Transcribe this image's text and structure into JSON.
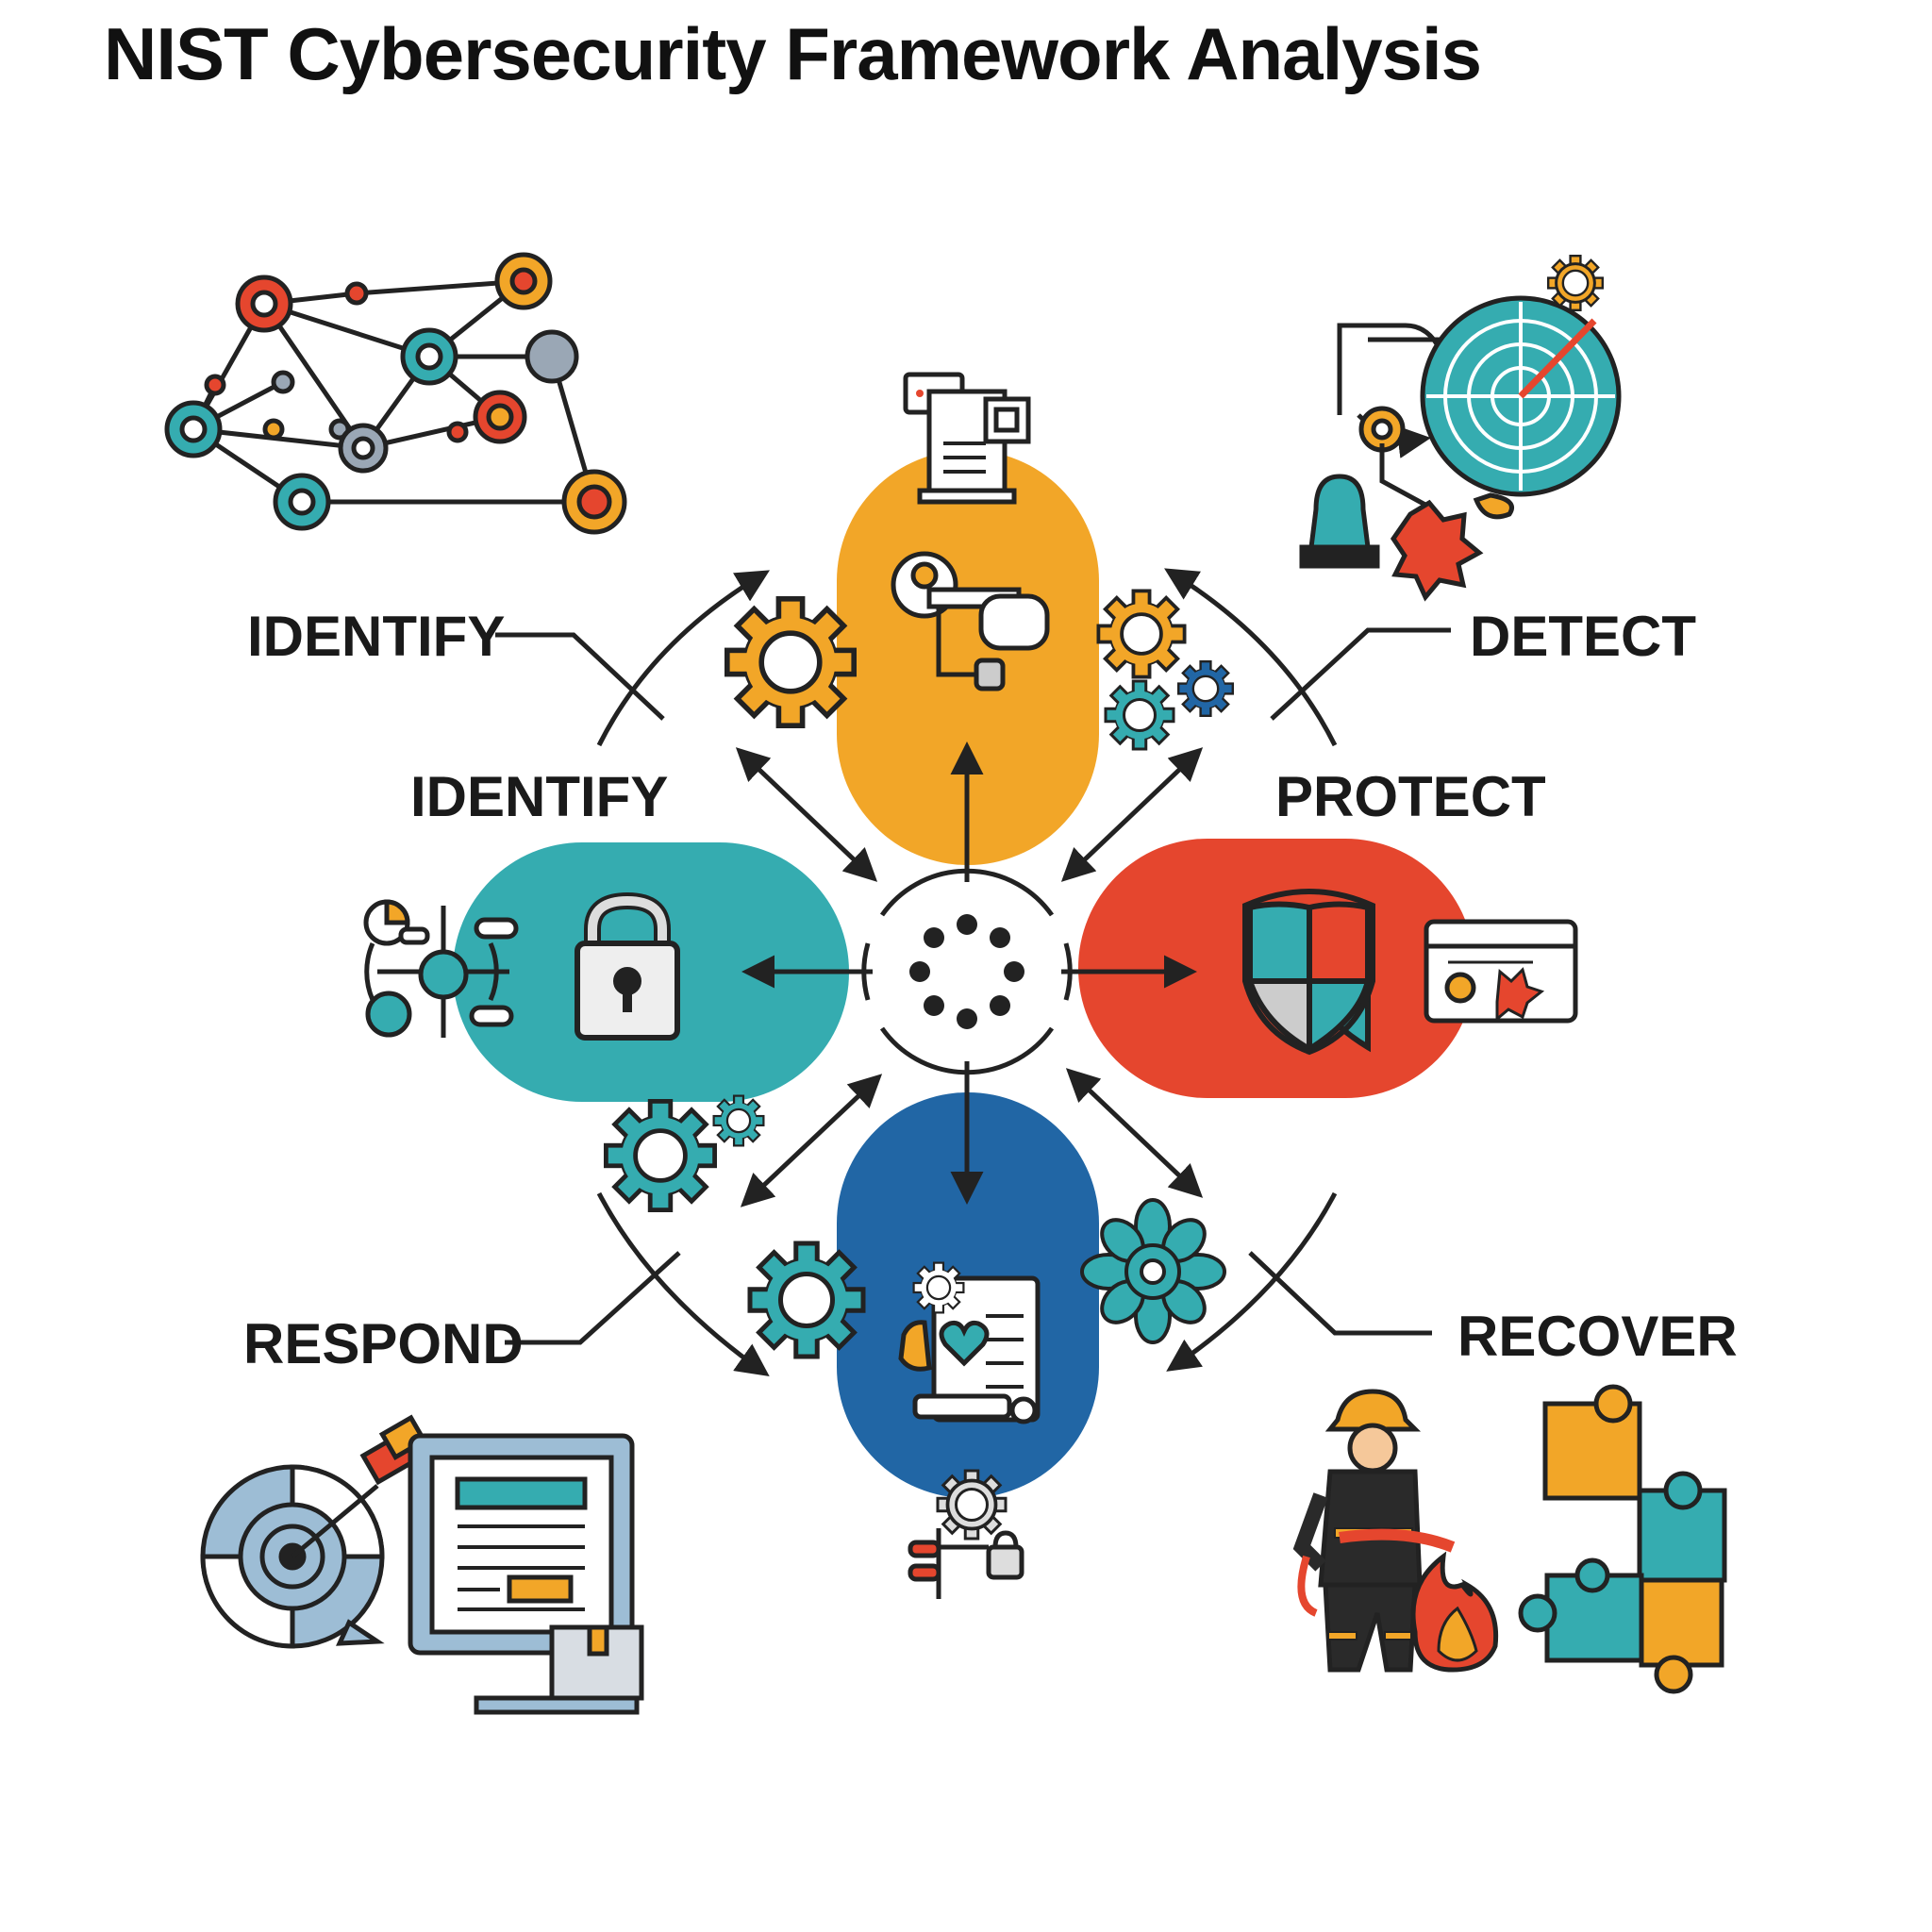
{
  "title": "NIST Cybersecurity Framework Analysis",
  "labels": {
    "identify_top": "IDENTIFY",
    "identify_mid": "IDENTIFY",
    "detect": "DETECT",
    "protect": "PROTECT",
    "respond": "RESPOND",
    "recover": "RECOVER"
  },
  "colors": {
    "orange": "#F2A628",
    "teal": "#35ACB0",
    "red": "#E5462E",
    "blue": "#2166A5",
    "outline": "#222222"
  },
  "icons": {
    "top_left": "network-graph-icon",
    "top_right": "radar-icon",
    "bottom_left": "target-monitor-icon",
    "bottom_right": "firefighter-puzzle-icon",
    "hub": "dotted-circle-hub-icon",
    "orange_lobe": "key-document-icon",
    "teal_lobe": "padlock-icon",
    "red_lobe": "shield-icon",
    "blue_lobe": "recovery-document-icon"
  }
}
